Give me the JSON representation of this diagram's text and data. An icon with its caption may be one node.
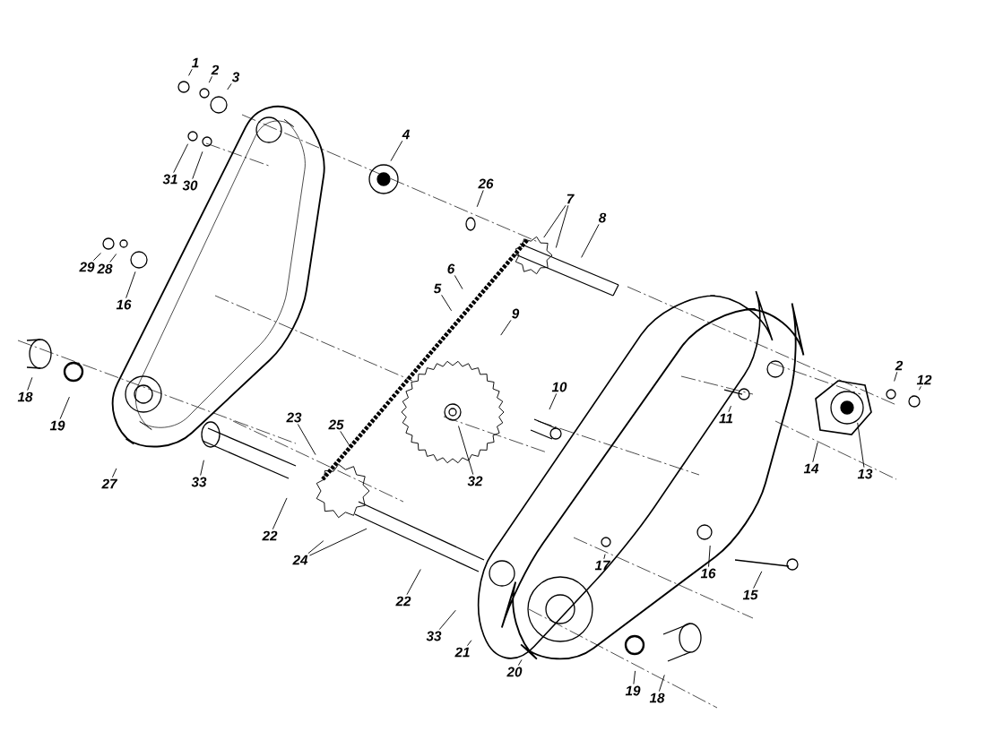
{
  "diagram": {
    "nodes": [
      {
        "text": [
          "1"
        ]
      },
      {
        "text": [
          "2"
        ]
      },
      {
        "text": [
          "3"
        ]
      },
      {
        "text": [
          "31"
        ]
      },
      {
        "text": [
          "30"
        ]
      },
      {
        "text": [
          "4"
        ]
      },
      {
        "text": [
          "26"
        ]
      },
      {
        "text": [
          "7"
        ]
      },
      {
        "text": [
          "8"
        ]
      },
      {
        "text": [
          "29"
        ]
      },
      {
        "text": [
          "28"
        ]
      },
      {
        "text": [
          "16"
        ]
      },
      {
        "text": [
          "6"
        ]
      },
      {
        "text": [
          "5"
        ]
      },
      {
        "text": [
          "9"
        ]
      },
      {
        "text": [
          "10"
        ]
      },
      {
        "text": [
          "11"
        ]
      },
      {
        "text": [
          "2"
        ]
      },
      {
        "text": [
          "12"
        ]
      },
      {
        "text": [
          "18"
        ]
      },
      {
        "text": [
          "19"
        ]
      },
      {
        "text": [
          "14"
        ]
      },
      {
        "text": [
          "13"
        ]
      },
      {
        "text": [
          "23"
        ]
      },
      {
        "text": [
          "25"
        ]
      },
      {
        "text": [
          "27"
        ]
      },
      {
        "text": [
          "33"
        ]
      },
      {
        "text": [
          "32"
        ]
      },
      {
        "text": [
          "22"
        ]
      },
      {
        "text": [
          "24"
        ]
      },
      {
        "text": [
          "22"
        ]
      },
      {
        "text": [
          "17"
        ]
      },
      {
        "text": [
          "16"
        ]
      },
      {
        "text": [
          "15"
        ]
      },
      {
        "text": [
          "33"
        ]
      },
      {
        "text": [
          "21"
        ]
      },
      {
        "text": [
          "20"
        ]
      },
      {
        "text": [
          "19"
        ]
      },
      {
        "text": [
          "18"
        ]
      }
    ],
    "edges": [
      {
        "from": 0,
        "to": null,
        "arrow": "none"
      },
      {
        "from": 1,
        "to": null,
        "arrow": "none"
      },
      {
        "from": 2,
        "to": null,
        "arrow": "none"
      },
      {
        "from": 3,
        "to": null,
        "arrow": "none"
      },
      {
        "from": 4,
        "to": null,
        "arrow": "none"
      },
      {
        "from": 5,
        "to": null,
        "arrow": "none"
      },
      {
        "from": 6,
        "to": null,
        "arrow": "none"
      },
      {
        "from": 7,
        "to": null,
        "arrow": "none"
      },
      {
        "from": 7,
        "to": null,
        "arrow": "none"
      },
      {
        "from": 8,
        "to": null,
        "arrow": "none"
      },
      {
        "from": 9,
        "to": null,
        "arrow": "none"
      },
      {
        "from": 10,
        "to": null,
        "arrow": "none"
      },
      {
        "from": 11,
        "to": null,
        "arrow": "none"
      },
      {
        "from": 12,
        "to": null,
        "arrow": "none"
      },
      {
        "from": 13,
        "to": null,
        "arrow": "none"
      },
      {
        "from": 14,
        "to": null,
        "arrow": "none"
      },
      {
        "from": 15,
        "to": null,
        "arrow": "none"
      },
      {
        "from": 16,
        "to": null,
        "arrow": "none"
      },
      {
        "from": 17,
        "to": null,
        "arrow": "none"
      },
      {
        "from": 18,
        "to": null,
        "arrow": "none"
      },
      {
        "from": 19,
        "to": null,
        "arrow": "none"
      },
      {
        "from": 20,
        "to": null,
        "arrow": "none"
      },
      {
        "from": 21,
        "to": null,
        "arrow": "none"
      },
      {
        "from": 22,
        "to": null,
        "arrow": "none"
      },
      {
        "from": 23,
        "to": null,
        "arrow": "none"
      },
      {
        "from": 24,
        "to": null,
        "arrow": "none"
      },
      {
        "from": 25,
        "to": null,
        "arrow": "none"
      },
      {
        "from": 26,
        "to": null,
        "arrow": "none"
      },
      {
        "from": 27,
        "to": null,
        "arrow": "none"
      },
      {
        "from": 28,
        "to": null,
        "arrow": "none"
      },
      {
        "from": 29,
        "to": null,
        "arrow": "none"
      },
      {
        "from": 29,
        "to": null,
        "arrow": "none"
      },
      {
        "from": 30,
        "to": null,
        "arrow": "none"
      },
      {
        "from": 31,
        "to": null,
        "arrow": "none"
      },
      {
        "from": 32,
        "to": null,
        "arrow": "none"
      },
      {
        "from": 33,
        "to": null,
        "arrow": "none"
      },
      {
        "from": 34,
        "to": null,
        "arrow": "none"
      },
      {
        "from": 35,
        "to": null,
        "arrow": "none"
      },
      {
        "from": 36,
        "to": null,
        "arrow": "none"
      },
      {
        "from": 37,
        "to": null,
        "arrow": "none"
      },
      {
        "from": 38,
        "to": null,
        "arrow": "none"
      }
    ]
  }
}
